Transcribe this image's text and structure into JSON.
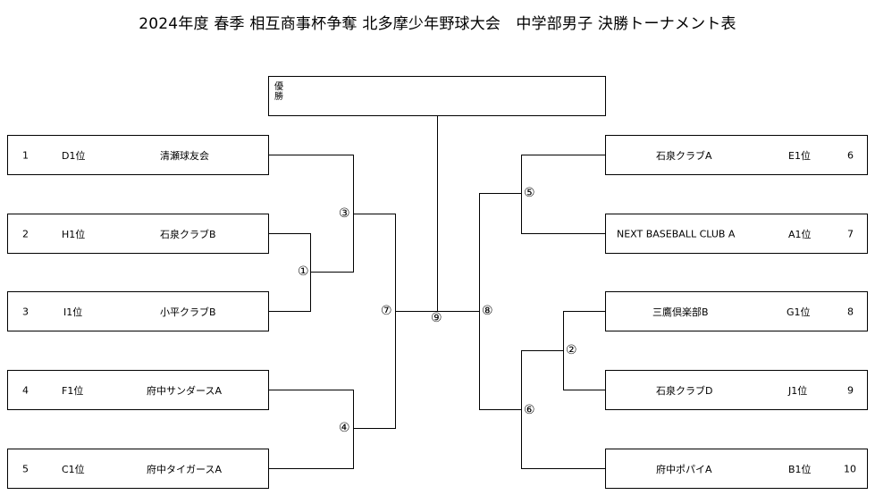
{
  "title": "2024年度 春季 相互商事杯争奪 北多摩少年野球大会　中学部男子 決勝トーナメント表",
  "champion_label_1": "優",
  "champion_label_2": "勝",
  "left_teams": [
    {
      "no": "1",
      "seed": "D1位",
      "name": "清瀬球友会"
    },
    {
      "no": "2",
      "seed": "H1位",
      "name": "石泉クラブB"
    },
    {
      "no": "3",
      "seed": "I1位",
      "name": "小平クラブB"
    },
    {
      "no": "4",
      "seed": "F1位",
      "name": "府中サンダースA"
    },
    {
      "no": "5",
      "seed": "C1位",
      "name": "府中タイガースA"
    }
  ],
  "right_teams": [
    {
      "no": "6",
      "seed": "E1位",
      "name": "石泉クラブA"
    },
    {
      "no": "7",
      "seed": "A1位",
      "name": "NEXT BASEBALL CLUB A"
    },
    {
      "no": "8",
      "seed": "G1位",
      "name": "三鷹倶楽部B"
    },
    {
      "no": "9",
      "seed": "J1位",
      "name": "石泉クラブD"
    },
    {
      "no": "10",
      "seed": "B1位",
      "name": "府中ポパイA"
    }
  ],
  "matches": {
    "m1": "①",
    "m2": "②",
    "m3": "③",
    "m4": "④",
    "m5": "⑤",
    "m6": "⑥",
    "m7": "⑦",
    "m8": "⑧",
    "m9": "⑨"
  }
}
